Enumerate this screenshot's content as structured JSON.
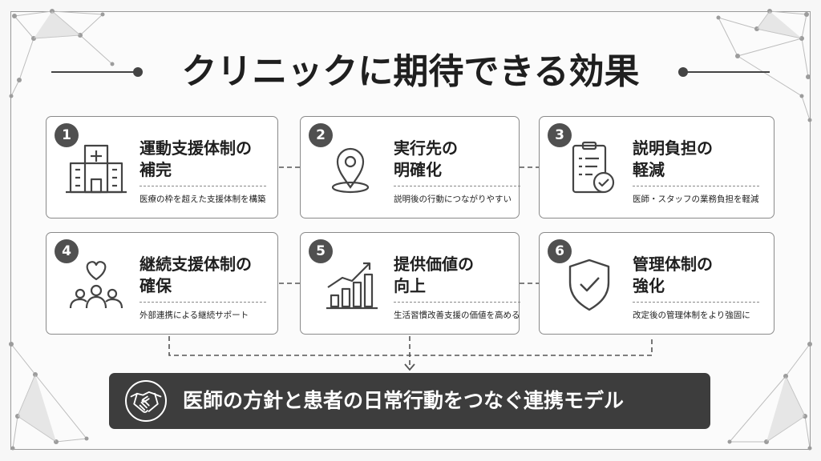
{
  "title": "クリニックに期待できる効果",
  "cards": [
    {
      "number": "1",
      "title_line1": "運動支援体制の",
      "title_line2": "補完",
      "description": "医療の枠を超えた支援体制を構築",
      "icon": "hospital-icon"
    },
    {
      "number": "2",
      "title_line1": "実行先の",
      "title_line2": "明確化",
      "description": "説明後の行動につながりやすい",
      "icon": "location-pin-icon"
    },
    {
      "number": "3",
      "title_line1": "説明負担の",
      "title_line2": "軽減",
      "description": "医師・スタッフの業務負担を軽減",
      "icon": "clipboard-check-icon"
    },
    {
      "number": "4",
      "title_line1": "継続支援体制の",
      "title_line2": "確保",
      "description": "外部連携による継続サポート",
      "icon": "heart-people-icon"
    },
    {
      "number": "5",
      "title_line1": "提供価値の",
      "title_line2": "向上",
      "description": "生活習慣改善支援の価値を高める",
      "icon": "growth-chart-icon"
    },
    {
      "number": "6",
      "title_line1": "管理体制の",
      "title_line2": "強化",
      "description": "改定後の管理体制をより強固に",
      "icon": "shield-check-icon"
    }
  ],
  "banner": {
    "text": "医師の方針と患者の日常行動をつなぐ連携モデル",
    "icon": "handshake-icon"
  },
  "colors": {
    "accent": "#3d3d3d",
    "badge": "#505050",
    "border": "#8a8a8a",
    "background": "#f7f7f7"
  }
}
